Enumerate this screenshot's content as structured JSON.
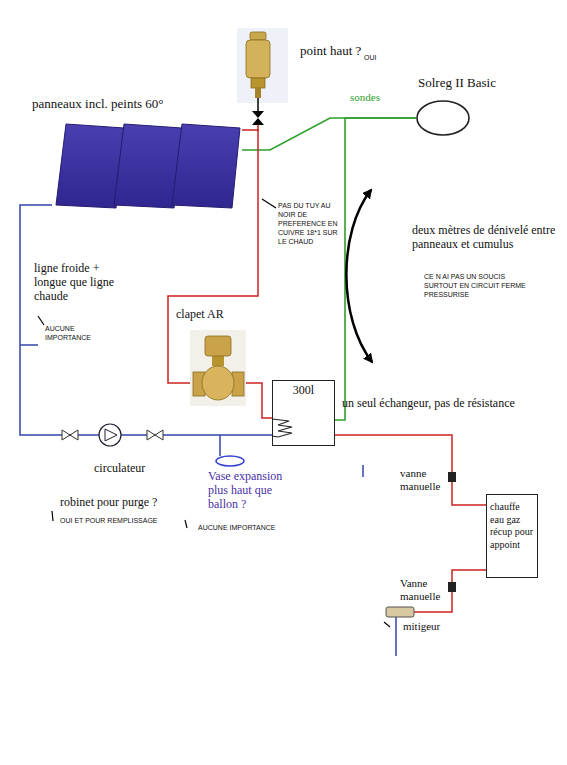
{
  "diagram": {
    "nodes": [
      {
        "text": [
          "panneaux incl. peints 60°"
        ]
      },
      {
        "text": [
          "Solreg II Basic"
        ]
      },
      {
        "text": [
          "300l"
        ]
      },
      {
        "text": [
          "chauffe eau gaz récup pour appoint"
        ]
      }
    ],
    "edges": [
      {
        "from": 1,
        "to": 0,
        "label": "sondes",
        "arrow": "none"
      },
      {
        "from": 1,
        "to": 2,
        "arrow": "none"
      },
      {
        "from": 0,
        "to": 2,
        "arrow": "none"
      },
      {
        "from": 2,
        "to": 0,
        "arrow": "none"
      },
      {
        "from": 2,
        "to": 3,
        "arrow": "none"
      }
    ],
    "labels": [
      "point haut ?",
      "OUI",
      "PAS DU TUY AU NOIR DE PREFERENCE EN CUIVRE 18*1 SUR LE CHAUD",
      "deux mètres de dénivelé entre panneaux et cumulus",
      "CE N AI PAS UN SOUCIS SURTOUT EN CIRCUIT FERME PRESSURISE",
      "ligne froide + longue que ligne chaude",
      "AUCUNE IMPORTANCE",
      "clapet AR",
      "un seul échangeur, pas de résistance",
      "circulateur",
      "vanne manuelle",
      "Vase expansion plus haut que ballon ?",
      "robinet pour purge ?",
      "OUI ET POUR REMPLISSAGE",
      "AUCUNE IMPORTANCE",
      "Vanne manuelle",
      "mitigeur"
    ]
  }
}
